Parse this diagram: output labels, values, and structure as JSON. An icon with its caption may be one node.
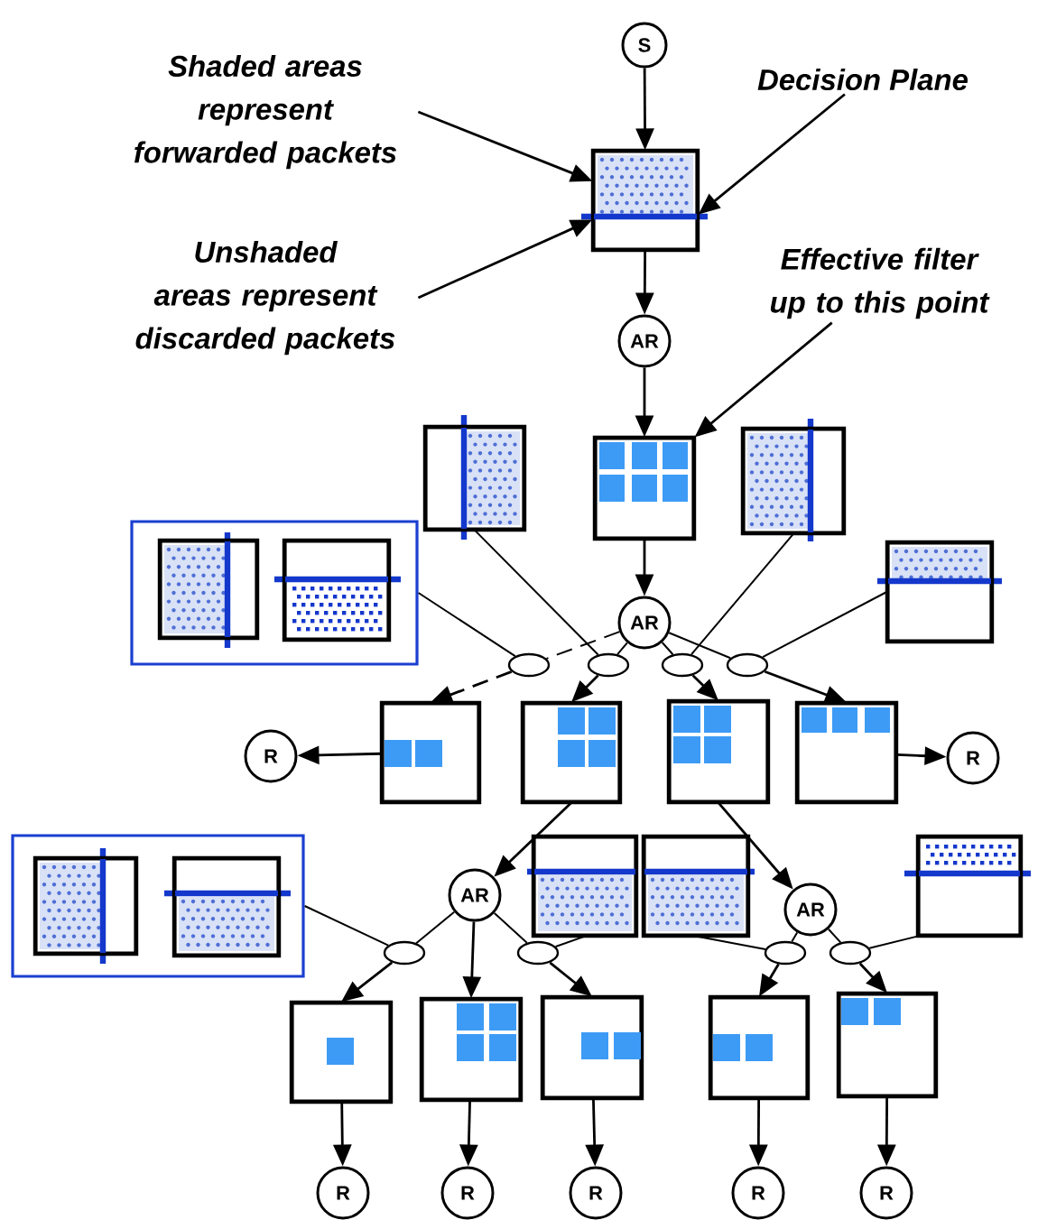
{
  "diagram": {
    "nodes": [
      {
        "text": [
          "Shaded areas represent forwarded packets"
        ]
      },
      {
        "text": [
          "S"
        ]
      },
      {
        "text": [
          "Decision Plane"
        ]
      },
      {
        "text": [],
        "shape": "box"
      },
      {
        "text": [
          "Unshaded areas represent discarded packets"
        ]
      },
      {
        "text": [
          "Effective filter up to this point"
        ]
      },
      {
        "text": [
          "AR"
        ]
      },
      {
        "text": [],
        "shape": "box"
      },
      {
        "text": [],
        "shape": "box"
      },
      {
        "text": [],
        "shape": "box"
      },
      {
        "text": [],
        "shape": "box"
      },
      {
        "text": [],
        "shape": "box",
        "in": 10
      },
      {
        "text": [],
        "shape": "box",
        "in": 10
      },
      {
        "text": [],
        "shape": "box"
      },
      {
        "text": [
          "AR"
        ]
      },
      {
        "text": [],
        "shape": "ellipse"
      },
      {
        "text": [],
        "shape": "ellipse"
      },
      {
        "text": [],
        "shape": "ellipse"
      },
      {
        "text": [],
        "shape": "ellipse"
      },
      {
        "text": [
          "R"
        ]
      },
      {
        "text": [],
        "shape": "box"
      },
      {
        "text": [],
        "shape": "box"
      },
      {
        "text": [],
        "shape": "box"
      },
      {
        "text": [],
        "shape": "box"
      },
      {
        "text": [
          "R"
        ]
      },
      {
        "text": [],
        "shape": "box"
      },
      {
        "text": [],
        "shape": "box",
        "in": 25
      },
      {
        "text": [],
        "shape": "box",
        "in": 25
      },
      {
        "text": [
          "AR"
        ]
      },
      {
        "text": [],
        "shape": "box"
      },
      {
        "text": [],
        "shape": "box"
      },
      {
        "text": [
          "AR"
        ]
      },
      {
        "text": [],
        "shape": "box"
      },
      {
        "text": [],
        "shape": "ellipse"
      },
      {
        "text": [],
        "shape": "ellipse"
      },
      {
        "text": [],
        "shape": "ellipse"
      },
      {
        "text": [],
        "shape": "ellipse"
      },
      {
        "text": [],
        "shape": "box"
      },
      {
        "text": [],
        "shape": "box"
      },
      {
        "text": [],
        "shape": "box"
      },
      {
        "text": [],
        "shape": "box"
      },
      {
        "text": [],
        "shape": "box"
      },
      {
        "text": [
          "R"
        ]
      },
      {
        "text": [
          "R"
        ]
      },
      {
        "text": [
          "R"
        ]
      },
      {
        "text": [
          "R"
        ]
      },
      {
        "text": [
          "R"
        ]
      }
    ],
    "edges": [
      {
        "from": 0,
        "to": 3,
        "arrow": "to"
      },
      {
        "from": 4,
        "to": 3,
        "arrow": "to"
      },
      {
        "from": 2,
        "to": 3,
        "arrow": "to"
      },
      {
        "from": 5,
        "to": 8,
        "arrow": "to"
      },
      {
        "from": 1,
        "to": 3,
        "arrow": "to"
      },
      {
        "from": 3,
        "to": 6,
        "arrow": "to"
      },
      {
        "from": 6,
        "to": 8,
        "arrow": "to"
      },
      {
        "from": 8,
        "to": 14,
        "arrow": "to"
      },
      {
        "from": 14,
        "to": 15,
        "arrow": "none",
        "style": "dashed"
      },
      {
        "from": 15,
        "to": 20,
        "arrow": "to",
        "style": "dashed"
      },
      {
        "from": 14,
        "to": 16,
        "arrow": "none"
      },
      {
        "from": 16,
        "to": 21,
        "arrow": "to"
      },
      {
        "from": 14,
        "to": 17,
        "arrow": "none"
      },
      {
        "from": 17,
        "to": 22,
        "arrow": "to"
      },
      {
        "from": 14,
        "to": 18,
        "arrow": "none"
      },
      {
        "from": 18,
        "to": 23,
        "arrow": "to"
      },
      {
        "from": 10,
        "to": 15,
        "arrow": "none"
      },
      {
        "from": 7,
        "to": 16,
        "arrow": "none"
      },
      {
        "from": 9,
        "to": 17,
        "arrow": "none"
      },
      {
        "from": 13,
        "to": 18,
        "arrow": "none"
      },
      {
        "from": 20,
        "to": 19,
        "arrow": "to"
      },
      {
        "from": 23,
        "to": 24,
        "arrow": "to"
      },
      {
        "from": 21,
        "to": 28,
        "arrow": "to"
      },
      {
        "from": 22,
        "to": 31,
        "arrow": "to"
      },
      {
        "from": 28,
        "to": 33,
        "arrow": "none"
      },
      {
        "from": 33,
        "to": 37,
        "arrow": "to"
      },
      {
        "from": 28,
        "to": 38,
        "arrow": "to"
      },
      {
        "from": 28,
        "to": 34,
        "arrow": "none"
      },
      {
        "from": 34,
        "to": 39,
        "arrow": "to"
      },
      {
        "from": 31,
        "to": 35,
        "arrow": "none"
      },
      {
        "from": 35,
        "to": 40,
        "arrow": "to"
      },
      {
        "from": 31,
        "to": 36,
        "arrow": "none"
      },
      {
        "from": 36,
        "to": 41,
        "arrow": "to"
      },
      {
        "from": 25,
        "to": 33,
        "arrow": "none"
      },
      {
        "from": 29,
        "to": 34,
        "arrow": "none"
      },
      {
        "from": 30,
        "to": 35,
        "arrow": "none"
      },
      {
        "from": 32,
        "to": 36,
        "arrow": "none"
      },
      {
        "from": 37,
        "to": 42,
        "arrow": "to"
      },
      {
        "from": 38,
        "to": 43,
        "arrow": "to"
      },
      {
        "from": 39,
        "to": 44,
        "arrow": "to"
      },
      {
        "from": 40,
        "to": 45,
        "arrow": "to"
      },
      {
        "from": 41,
        "to": 46,
        "arrow": "to"
      }
    ]
  }
}
